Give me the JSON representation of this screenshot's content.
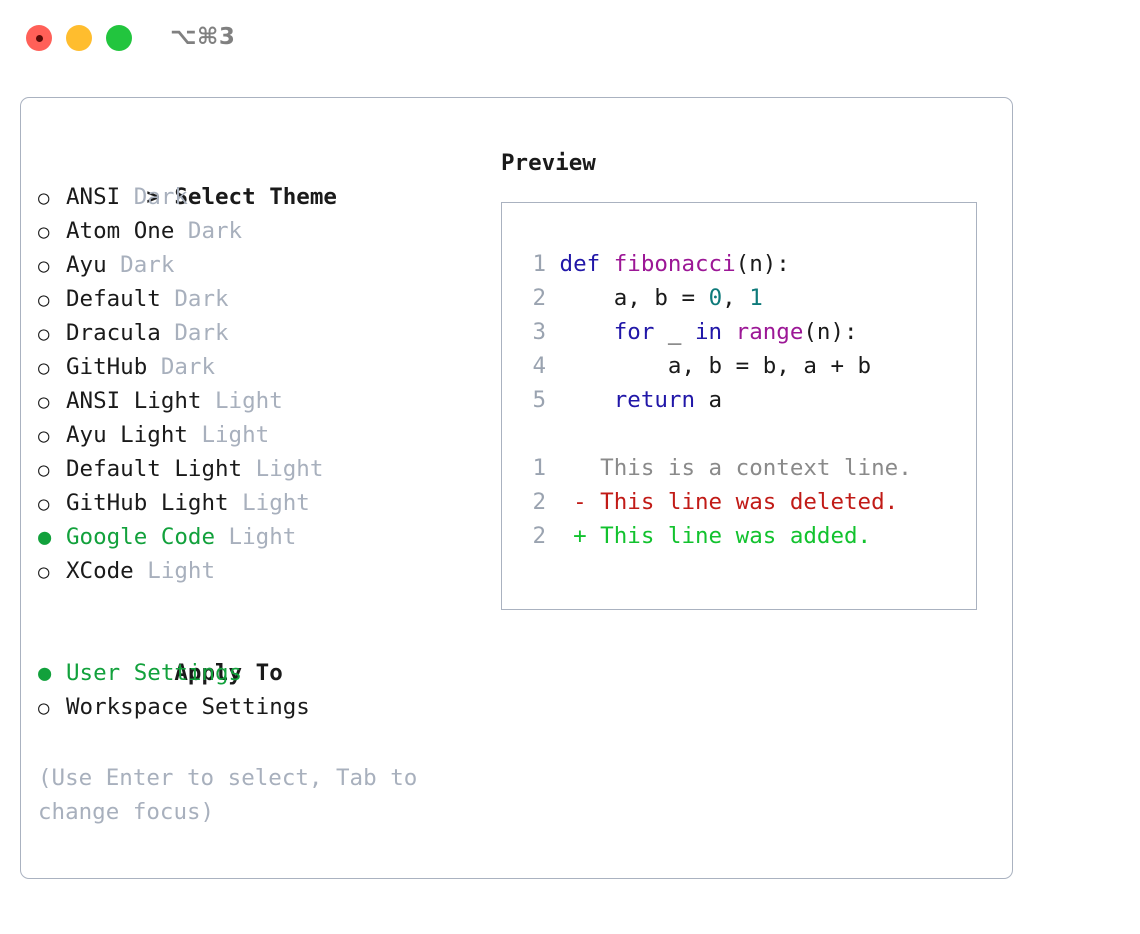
{
  "window": {
    "shortcut": "⌥⌘3",
    "traffic_lights": [
      {
        "name": "close",
        "color": "#ff6058"
      },
      {
        "name": "minimize",
        "color": "#ffbd2e"
      },
      {
        "name": "maximize",
        "color": "#22c53e"
      }
    ]
  },
  "colors": {
    "accent_green": "#12a13c",
    "muted": "#a8b0bd",
    "border": "#aab2c0",
    "keyword": "#2117a8",
    "function": "#9c1796",
    "number": "#0e7a7a",
    "plain": "#1a1a1a",
    "diff_context": "#8a8a8a",
    "diff_deleted": "#c11b17",
    "diff_added": "#12c22e"
  },
  "theme_picker": {
    "caret": ">",
    "heading": "Select Theme",
    "marker_unselected": "○",
    "marker_selected": "●",
    "items": [
      {
        "label": "ANSI",
        "suffix": "Dark",
        "selected": false
      },
      {
        "label": "Atom One",
        "suffix": "Dark",
        "selected": false
      },
      {
        "label": "Ayu",
        "suffix": "Dark",
        "selected": false
      },
      {
        "label": "Default",
        "suffix": "Dark",
        "selected": false
      },
      {
        "label": "Dracula",
        "suffix": "Dark",
        "selected": false
      },
      {
        "label": "GitHub",
        "suffix": "Dark",
        "selected": false
      },
      {
        "label": "ANSI Light",
        "suffix": "Light",
        "selected": false
      },
      {
        "label": "Ayu Light",
        "suffix": "Light",
        "selected": false
      },
      {
        "label": "Default Light",
        "suffix": "Light",
        "selected": false
      },
      {
        "label": "GitHub Light",
        "suffix": "Light",
        "selected": false
      },
      {
        "label": "Google Code",
        "suffix": "Light",
        "selected": true
      },
      {
        "label": "XCode",
        "suffix": "Light",
        "selected": false
      }
    ]
  },
  "apply_to": {
    "heading": "Apply To",
    "items": [
      {
        "label": "User Settings",
        "selected": true
      },
      {
        "label": "Workspace Settings",
        "selected": false
      }
    ]
  },
  "hint": "(Use Enter to select, Tab to change focus)",
  "preview": {
    "title": "Preview",
    "code_lines": [
      {
        "num": "1",
        "tokens": [
          {
            "t": "def",
            "c": "kw"
          },
          {
            "t": " ",
            "c": "pl"
          },
          {
            "t": "fibonacci",
            "c": "fn"
          },
          {
            "t": "(n):",
            "c": "pl"
          }
        ]
      },
      {
        "num": "2",
        "tokens": [
          {
            "t": "    a, b = ",
            "c": "pl"
          },
          {
            "t": "0",
            "c": "num"
          },
          {
            "t": ", ",
            "c": "pl"
          },
          {
            "t": "1",
            "c": "num"
          }
        ]
      },
      {
        "num": "3",
        "tokens": [
          {
            "t": "    ",
            "c": "pl"
          },
          {
            "t": "for",
            "c": "kw"
          },
          {
            "t": " _ ",
            "c": "pl"
          },
          {
            "t": "in",
            "c": "kw"
          },
          {
            "t": " ",
            "c": "pl"
          },
          {
            "t": "range",
            "c": "fn"
          },
          {
            "t": "(n):",
            "c": "pl"
          }
        ]
      },
      {
        "num": "4",
        "tokens": [
          {
            "t": "        a, b = b, a + b",
            "c": "pl"
          }
        ]
      },
      {
        "num": "5",
        "tokens": [
          {
            "t": "    ",
            "c": "pl"
          },
          {
            "t": "return",
            "c": "kw"
          },
          {
            "t": " a",
            "c": "pl"
          }
        ]
      }
    ],
    "diff_lines": [
      {
        "num": "1",
        "sign": " ",
        "text": "This is a context line.",
        "kind": "d-ctx"
      },
      {
        "num": "2",
        "sign": "-",
        "text": "This line was deleted.",
        "kind": "d-del"
      },
      {
        "num": "2",
        "sign": "+",
        "text": "This line was added.",
        "kind": "d-add"
      }
    ]
  }
}
